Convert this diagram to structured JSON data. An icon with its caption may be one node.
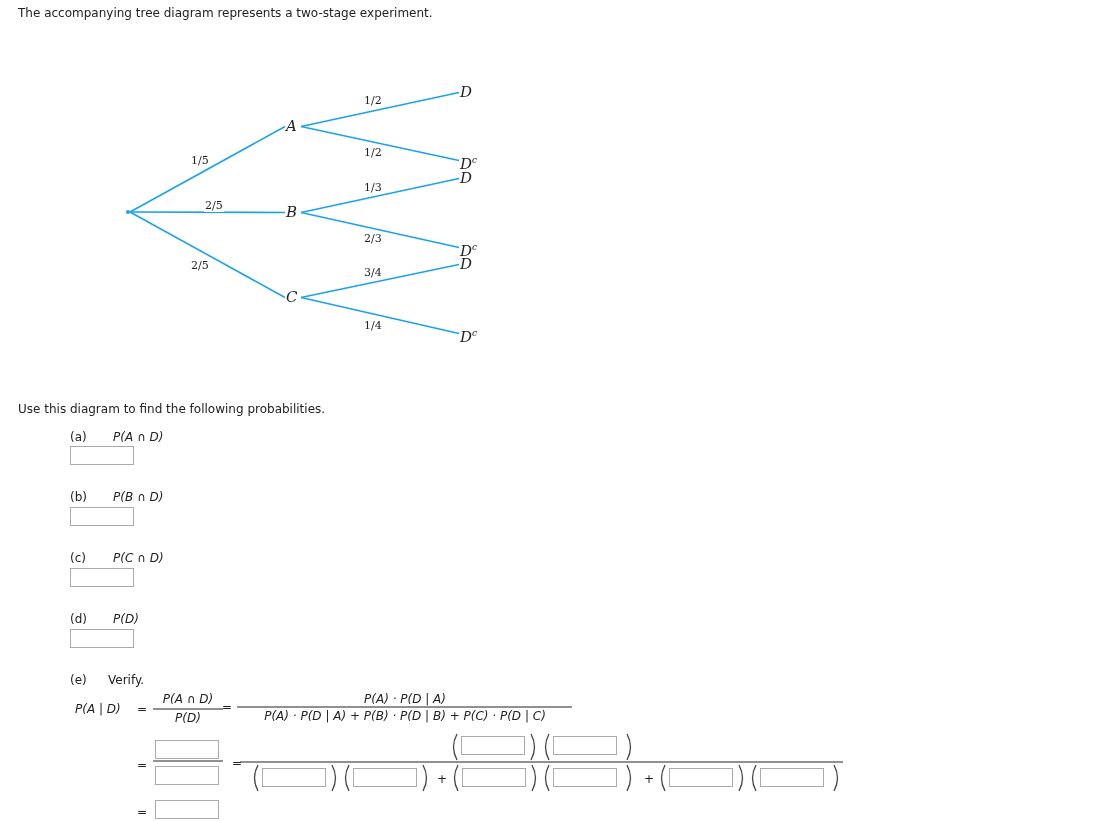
{
  "diagram": {
    "nodes": [
      {
        "text": [],
        "shape": "point"
      },
      {
        "text": [
          "A"
        ]
      },
      {
        "text": [
          "B"
        ]
      },
      {
        "text": [
          "C"
        ]
      },
      {
        "text": [
          "D"
        ]
      },
      {
        "text": [
          "D$^{c}$"
        ]
      },
      {
        "text": [
          "D"
        ]
      },
      {
        "text": [
          "D$^{c}$"
        ]
      },
      {
        "text": [
          "D"
        ]
      },
      {
        "text": [
          "D$^{c}$"
        ]
      }
    ],
    "edges": [
      {
        "from": 0,
        "to": 1,
        "arrow": "none",
        "label": "1/5"
      },
      {
        "from": 0,
        "to": 2,
        "arrow": "none",
        "label": "2/5"
      },
      {
        "from": 0,
        "to": 3,
        "arrow": "none",
        "label": "2/5"
      },
      {
        "from": 1,
        "to": 4,
        "arrow": "none",
        "label": "1/2"
      },
      {
        "from": 1,
        "to": 5,
        "arrow": "none",
        "label": "1/2"
      },
      {
        "from": 2,
        "to": 6,
        "arrow": "none",
        "label": "1/3"
      },
      {
        "from": 2,
        "to": 7,
        "arrow": "none",
        "label": "2/3"
      },
      {
        "from": 3,
        "to": 8,
        "arrow": "none",
        "label": "3/4"
      },
      {
        "from": 3,
        "to": 9,
        "arrow": "none",
        "label": "1/4"
      }
    ],
    "labels": [
      "The accompanying tree diagram represents a two-stage experiment.",
      "Use this diagram to find the following probabilities.",
      "(a)",
      "P(A ∩ D)",
      "(b)",
      "P(B ∩ D)",
      "(c)",
      "P(C ∩ D)",
      "(d)",
      "P(D)",
      "(e)",
      "Verify.",
      "P(A | D)",
      "=",
      "P(A ∩ D)",
      "P(D)",
      "=",
      "P(A) · P(D | A)",
      "P(A) · P(D | A) + P(B) · P(D | B) + P(C) · P(D | C)",
      "=",
      "=",
      "+",
      "+",
      "="
    ]
  }
}
